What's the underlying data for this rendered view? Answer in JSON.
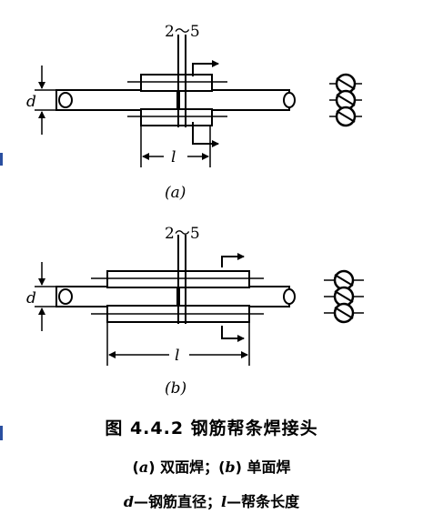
{
  "figure": {
    "a": {
      "gap_label": "2～5",
      "d_label": "d",
      "l_label": "l",
      "label": "(a)"
    },
    "b": {
      "gap_label": "2～5",
      "d_label": "d",
      "l_label": "l",
      "label": "(b)"
    }
  },
  "caption": {
    "title": "图 4.4.2   钢筋帮条焊接头",
    "sub_a_letter": "a",
    "sub_a_text": "双面焊；",
    "sub_b_letter": "b",
    "sub_b_text": "单面焊",
    "legend_d": "d",
    "legend_d_text": "—钢筋直径；",
    "legend_l": "l",
    "legend_l_text": "—帮条长度"
  }
}
